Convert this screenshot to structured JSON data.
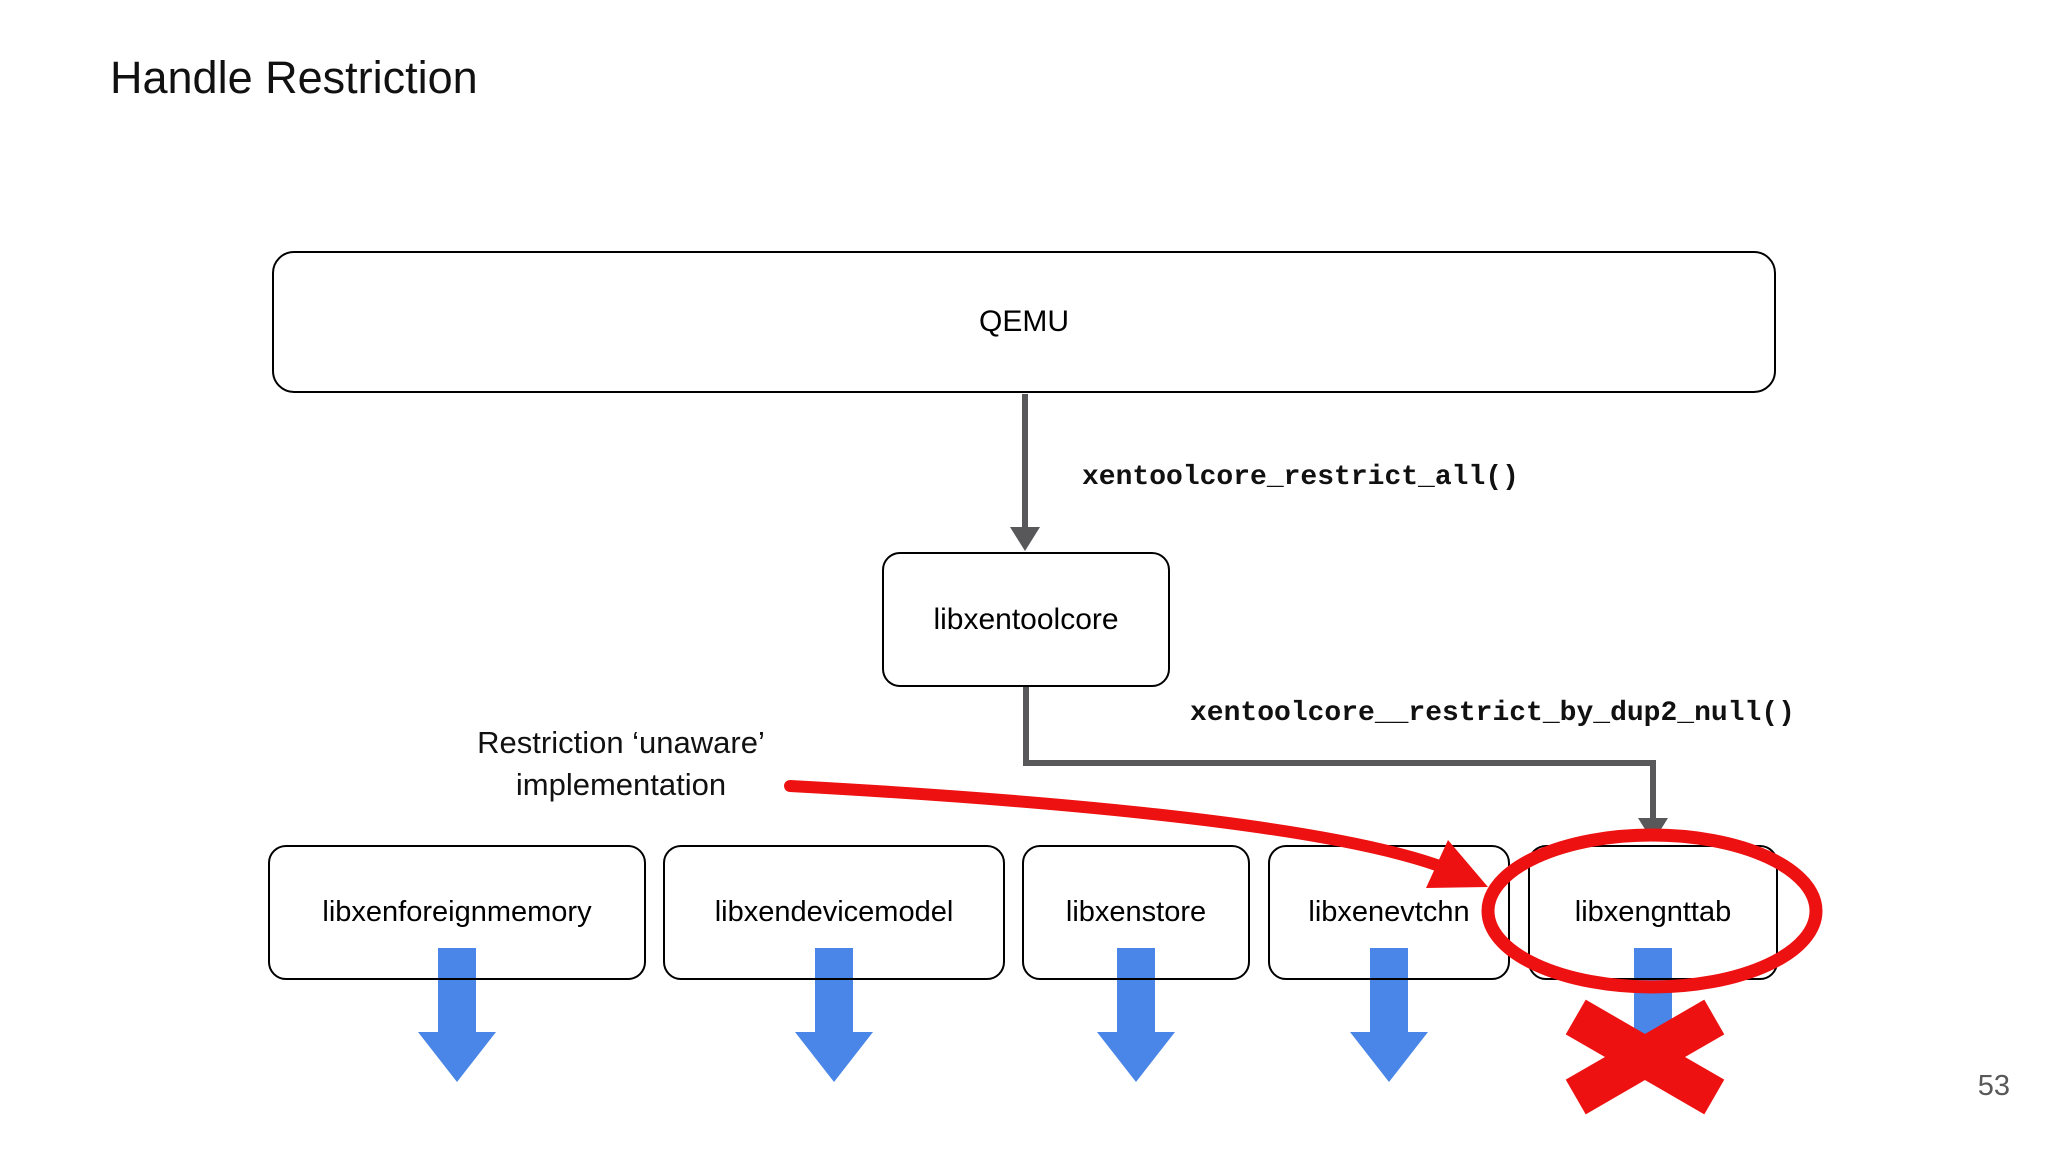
{
  "slide": {
    "title": "Handle Restriction",
    "page_number": "53"
  },
  "nodes": {
    "qemu": {
      "label": "QEMU"
    },
    "toolcore": {
      "label": "libxentoolcore"
    }
  },
  "leaves": [
    {
      "label": "libxenforeignmemory"
    },
    {
      "label": "libxendevicemodel"
    },
    {
      "label": "libxenstore"
    },
    {
      "label": "libxenevtchn"
    },
    {
      "label": "libxengnttab"
    }
  ],
  "edges": {
    "restrict_all_label": "xentoolcore_restrict_all()",
    "restrict_dup2_label": "xentoolcore__restrict_by_dup2_null()"
  },
  "annotation": {
    "line1": "Restriction ‘unaware’",
    "line2": "implementation"
  },
  "colors": {
    "arrow_gray": "#58585a",
    "blue": "#4a86e8",
    "red": "#ee1111",
    "box_border": "#000000"
  }
}
